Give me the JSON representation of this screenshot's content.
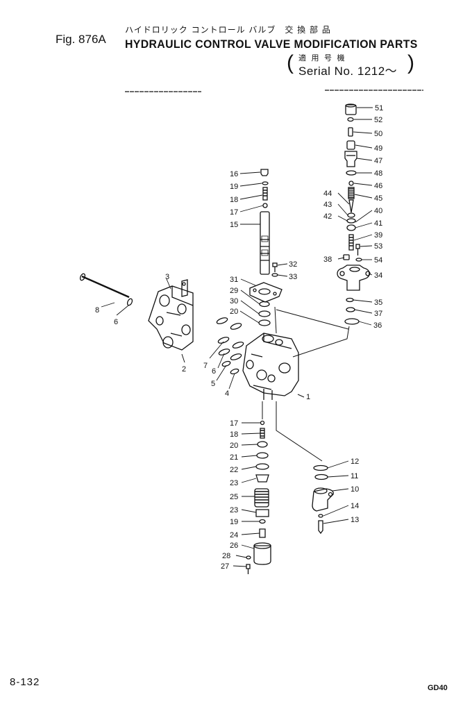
{
  "header": {
    "title_jp": "ハイドロリック コントロール バルブ　交 換 部 品",
    "fig_label": "Fig. 876A",
    "title_en": "HYDRAULIC CONTROL VALVE MODIFICATION PARTS",
    "applicability_jp": "適 用 号 機",
    "serial": "Serial No. 1212～"
  },
  "footer": {
    "page_number": "8-132",
    "code": "GD40"
  },
  "callouts": [
    "51",
    "52",
    "50",
    "49",
    "47",
    "48",
    "46",
    "45",
    "44",
    "43",
    "42",
    "40",
    "41",
    "39",
    "53",
    "38",
    "54",
    "34",
    "35",
    "37",
    "36",
    "16",
    "19",
    "18",
    "17",
    "15",
    "32",
    "31",
    "33",
    "29",
    "30",
    "20",
    "3",
    "8",
    "6",
    "2",
    "7",
    "6",
    "5",
    "4",
    "1",
    "17",
    "18",
    "20",
    "21",
    "22",
    "23",
    "25",
    "23",
    "19",
    "24",
    "26",
    "28",
    "27",
    "12",
    "11",
    "10",
    "14",
    "13"
  ]
}
